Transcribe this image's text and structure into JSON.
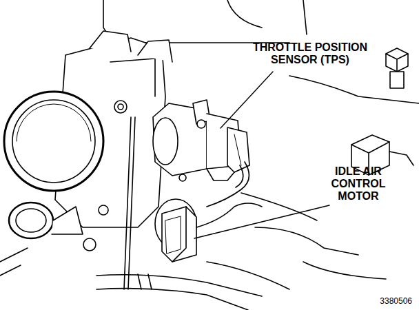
{
  "diagram": {
    "labels": [
      "THROTTLE POSITION SENSOR (TPS)",
      "IDLE AIR CONTROL MOTOR",
      "3380506"
    ]
  }
}
